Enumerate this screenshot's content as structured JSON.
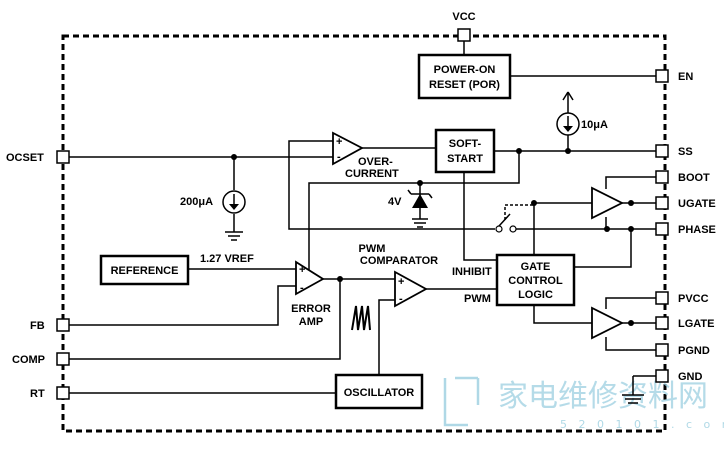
{
  "pins_left": {
    "ocset": "OCSET",
    "fb": "FB",
    "comp": "COMP",
    "rt": "RT"
  },
  "pins_right": {
    "en": "EN",
    "ss": "SS",
    "boot": "BOOT",
    "ugate": "UGATE",
    "phase": "PHASE",
    "pvcc": "PVCC",
    "lgate": "LGATE",
    "pgnd": "PGND",
    "gnd": "GND"
  },
  "pin_top": {
    "vcc": "VCC"
  },
  "blocks": {
    "por_line1": "POWER-ON",
    "por_line2": "RESET (POR)",
    "softstart_line1": "SOFT-",
    "softstart_line2": "START",
    "reference": "REFERENCE",
    "gate_line1": "GATE",
    "gate_line2": "CONTROL",
    "gate_line3": "LOGIC",
    "oscillator": "OSCILLATOR"
  },
  "labels": {
    "current_10ua": "10μA",
    "current_200ua": "200μA",
    "voltage_4v": "4V",
    "vref": "1.27 VREF",
    "overcurrent_line1": "OVER-",
    "overcurrent_line2": "CURRENT",
    "pwm_comp_line1": "PWM",
    "pwm_comp_line2": "COMPARATOR",
    "error_amp_line1": "ERROR",
    "error_amp_line2": "AMP",
    "inhibit": "INHIBIT",
    "pwm": "PWM",
    "plus": "+",
    "minus": "-"
  },
  "watermark": {
    "text": "家电维修资料网",
    "url": "5 2 0 1 0 1 . c o m"
  }
}
